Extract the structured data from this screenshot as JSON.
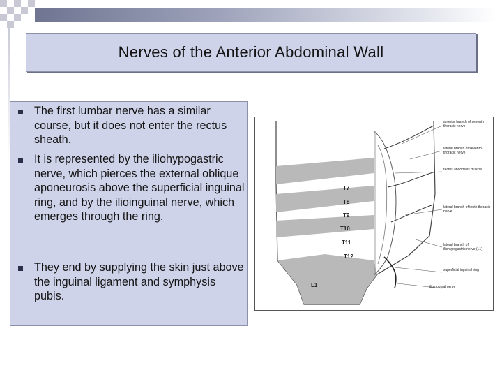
{
  "slide": {
    "title": "Nerves of the Anterior Abdominal Wall",
    "bullets": [
      "The first lumbar nerve has a similar course, but it does not enter the rectus sheath.",
      "It is represented by the iliohypogastric nerve, which pierces the external oblique aponeurosis above the superficial inguinal ring, and by the ilioinguinal nerve, which emerges through the ring.",
      "They end by supplying the skin just above the inguinal ligament and symphysis pubis."
    ]
  },
  "figure": {
    "segment_labels": [
      "T7",
      "T8",
      "T9",
      "T10",
      "T11",
      "T12",
      "L1"
    ],
    "annotations": [
      "anterior branch of seventh thoracic nerve",
      "lateral branch of seventh thoracic nerve",
      "rectus abdominis muscle",
      "lateral branch of tenth thoracic nerve",
      "lateral branch of iliohypogastric nerve (L1)",
      "superficial inguinal ring",
      "ilioinguinal nerve"
    ]
  },
  "colors": {
    "panel": "#cfd3ea",
    "bullet": "#2c2f4a",
    "band": "#b9b9b9"
  }
}
